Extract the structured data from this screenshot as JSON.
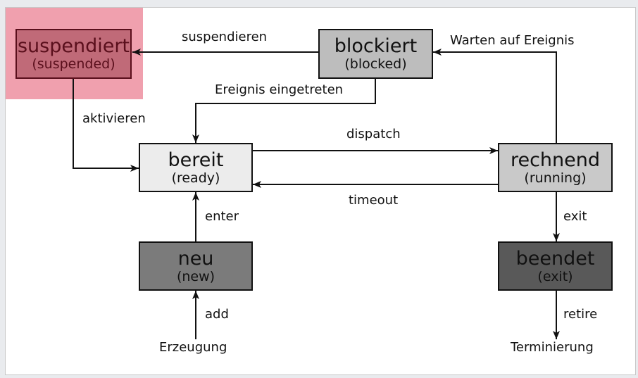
{
  "colors": {
    "background": "#e9ebee",
    "canvas": "#ffffff",
    "highlight": "#f0a0ae",
    "suspended_fill": "#c06a78",
    "suspended_text": "#5a0f1c",
    "blocked_fill": "#bdbdbd",
    "ready_fill": "#ececec",
    "running_fill": "#c9c9c9",
    "new_fill": "#7b7b7b",
    "exit_fill": "#595959",
    "line": "#111111"
  },
  "states": {
    "suspended": {
      "title": "suspendiert",
      "subtitle": "(suspended)"
    },
    "blocked": {
      "title": "blockiert",
      "subtitle": "(blocked)"
    },
    "ready": {
      "title": "bereit",
      "subtitle": "(ready)"
    },
    "running": {
      "title": "rechnend",
      "subtitle": "(running)"
    },
    "new": {
      "title": "neu",
      "subtitle": "(new)"
    },
    "exit": {
      "title": "beendet",
      "subtitle": "(exit)"
    }
  },
  "transitions": {
    "suspend": "suspendieren",
    "wait": "Warten auf Ereignis",
    "event_occurred": "Ereignis eingetreten",
    "activate": "aktivieren",
    "dispatch": "dispatch",
    "timeout": "timeout",
    "enter": "enter",
    "exit": "exit",
    "add": "add",
    "retire": "retire"
  },
  "terminals": {
    "creation": "Erzeugung",
    "termination": "Terminierung"
  }
}
